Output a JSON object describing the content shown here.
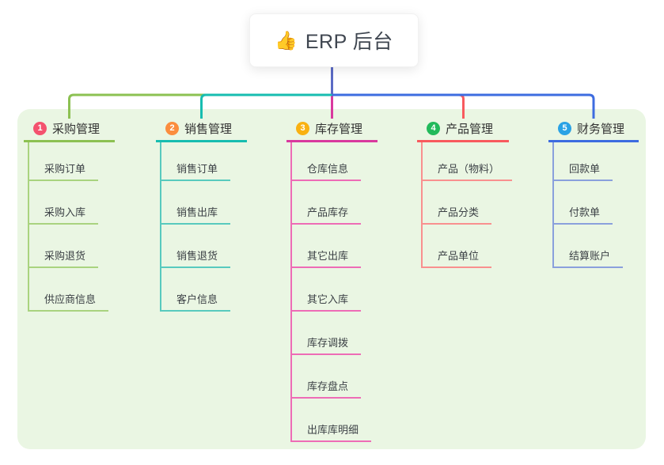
{
  "root": {
    "emoji": "👍",
    "title": "ERP 后台"
  },
  "colors": {
    "canvas_bg": "#ffffff",
    "panel_bg": "#eaf6e3",
    "root_line": "#5b6bc5",
    "text": "#3c4146"
  },
  "branches": [
    {
      "num": "1",
      "title": "采购管理",
      "circle_color": "#f4526e",
      "line_color": "#8cc152",
      "sub_line_color": "#a9d37f",
      "items": [
        "采购订单",
        "采购入库",
        "采购退货",
        "供应商信息"
      ]
    },
    {
      "num": "2",
      "title": "销售管理",
      "circle_color": "#fb8d3e",
      "line_color": "#17bdb0",
      "sub_line_color": "#58cabe",
      "items": [
        "销售订单",
        "销售出库",
        "销售退货",
        "客户信息"
      ]
    },
    {
      "num": "3",
      "title": "库存管理",
      "circle_color": "#f9b112",
      "line_color": "#d9399e",
      "sub_line_color": "#ee6cb6",
      "items": [
        "仓库信息",
        "产品库存",
        "其它出库",
        "其它入库",
        "库存调拨",
        "库存盘点",
        "出库库明细"
      ]
    },
    {
      "num": "4",
      "title": "产品管理",
      "circle_color": "#22ba5b",
      "line_color": "#f85a5e",
      "sub_line_color": "#f9908f",
      "items": [
        "产品（物料）",
        "产品分类",
        "产品单位"
      ]
    },
    {
      "num": "5",
      "title": "财务管理",
      "circle_color": "#2aa2e5",
      "line_color": "#3d6ce0",
      "sub_line_color": "#8aa0dc",
      "items": [
        "回款单",
        "付款单",
        "结算账户"
      ]
    }
  ]
}
